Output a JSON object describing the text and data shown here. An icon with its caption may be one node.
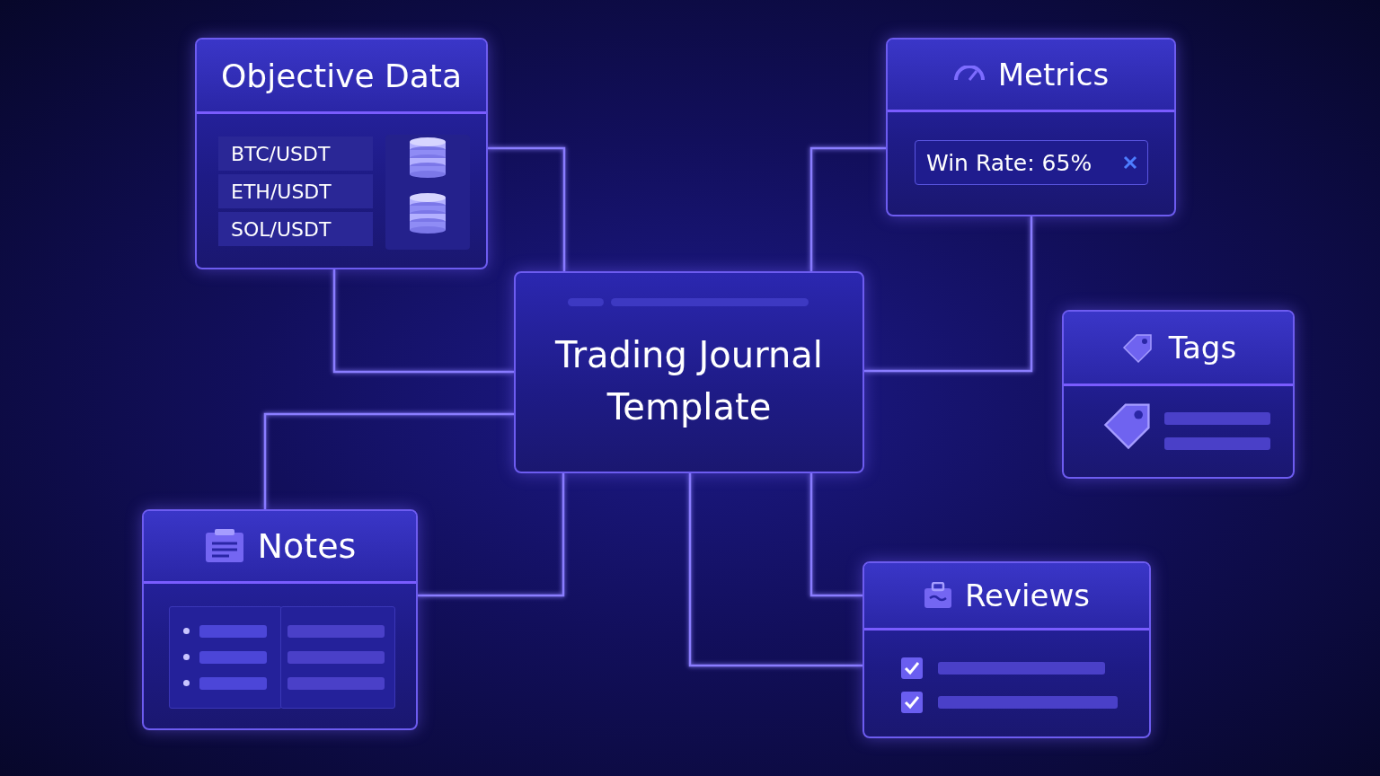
{
  "diagram": {
    "nodes": [
      {
        "text": [
          "Trading Journal Template"
        ]
      },
      {
        "text": [
          "Objective Data",
          "BTC/USDT",
          "ETH/USDT",
          "SOL/USDT"
        ]
      },
      {
        "text": [
          "Metrics",
          "Win Rate: 65%"
        ]
      },
      {
        "text": [
          "Tags"
        ]
      },
      {
        "text": [
          "Notes"
        ]
      },
      {
        "text": [
          "Reviews"
        ]
      }
    ],
    "edges": [
      {
        "from": 1,
        "to": 0,
        "arrow": "none"
      },
      {
        "from": 1,
        "to": 0,
        "arrow": "none"
      },
      {
        "from": 2,
        "to": 0,
        "arrow": "none"
      },
      {
        "from": 2,
        "to": 0,
        "arrow": "none"
      },
      {
        "from": 3,
        "to": 0,
        "arrow": "none"
      },
      {
        "from": 4,
        "to": 0,
        "arrow": "none"
      },
      {
        "from": 4,
        "to": 0,
        "arrow": "none"
      },
      {
        "from": 5,
        "to": 0,
        "arrow": "none"
      },
      {
        "from": 5,
        "to": 0,
        "arrow": "none"
      }
    ]
  }
}
